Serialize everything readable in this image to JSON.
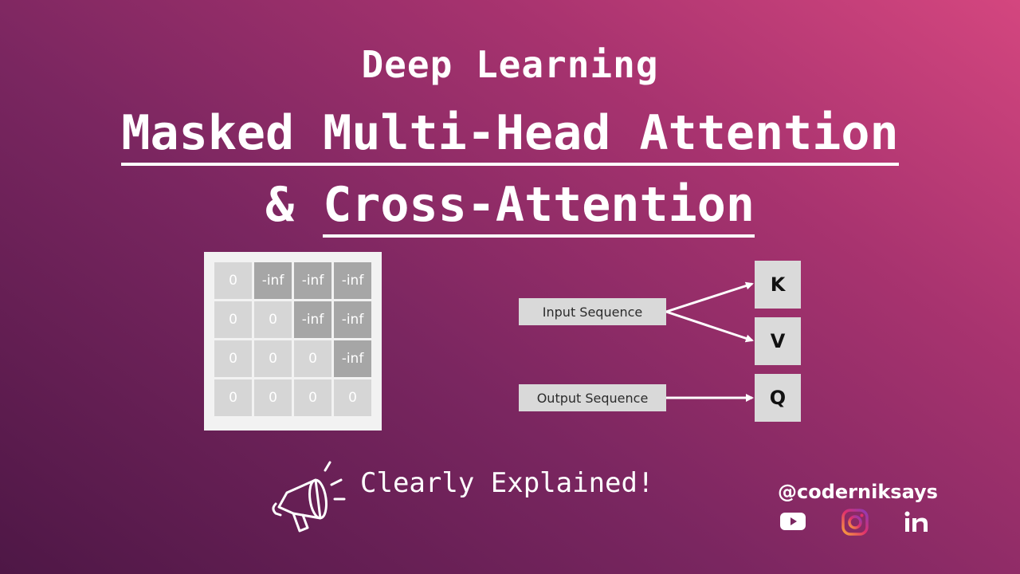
{
  "header": {
    "eyebrow": "Deep Learning",
    "title": "Masked Multi-Head Attention",
    "subtitle_prefix": "&",
    "subtitle": "Cross-Attention"
  },
  "mask_matrix": [
    [
      "0",
      "-inf",
      "-inf",
      "-inf"
    ],
    [
      "0",
      "0",
      "-inf",
      "-inf"
    ],
    [
      "0",
      "0",
      "0",
      "-inf"
    ],
    [
      "0",
      "0",
      "0",
      "0"
    ]
  ],
  "diagram": {
    "input_label": "Input Sequence",
    "output_label": "Output Sequence",
    "k": "K",
    "v": "V",
    "q": "Q"
  },
  "tagline": "Clearly Explained!",
  "handle": "@coderniksays",
  "icons": [
    "megaphone-icon",
    "youtube-icon",
    "instagram-icon",
    "linkedin-icon"
  ],
  "colors": {
    "bg_dark": "#4e1746",
    "bg_light": "#d4467f",
    "mask_cell": "#d6d6d6",
    "mask_inf": "#a6a6a6",
    "box": "#d9d9d9",
    "youtube": "#ffffff",
    "instagram": "#e1306c"
  }
}
